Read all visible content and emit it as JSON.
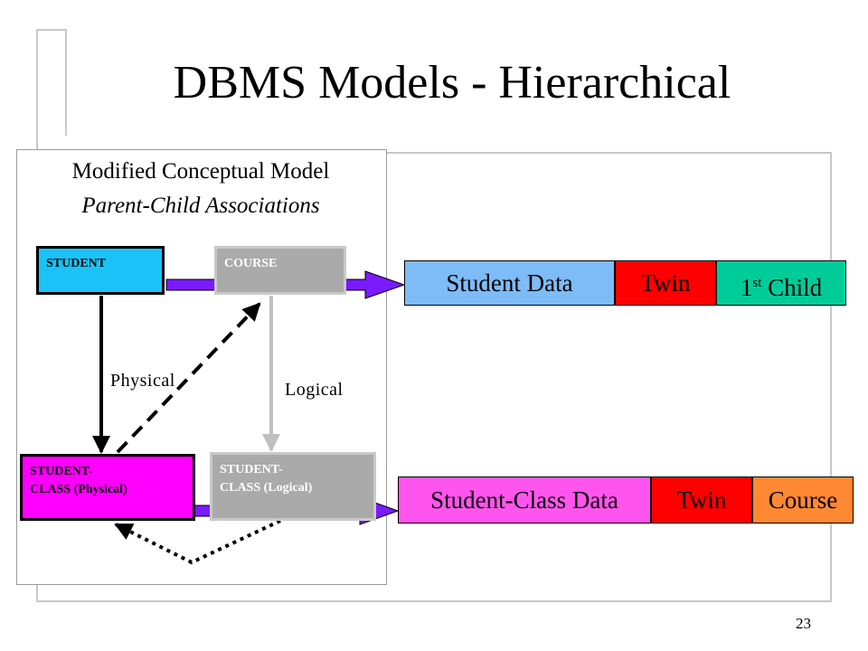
{
  "slide": {
    "title": "DBMS Models - Hierarchical",
    "page_number": "23"
  },
  "panel": {
    "title": "Modified Conceptual Model",
    "subtitle": "Parent-Child Associations"
  },
  "entities": {
    "student": "STUDENT",
    "course": "COURSE",
    "student_class_physical": [
      "STUDENT-",
      "CLASS (Physical)"
    ],
    "student_class_logical": [
      "STUDENT-",
      "CLASS (Logical)"
    ]
  },
  "labels": {
    "physical": "Physical",
    "logical": "Logical"
  },
  "records": {
    "student": {
      "data": "Student Data",
      "twin": "Twin",
      "child_num": "1",
      "child_sup": "st",
      "child_text": " Child"
    },
    "student_class": {
      "data": "Student-Class Data",
      "twin": "Twin",
      "course": "Course"
    }
  },
  "colors": {
    "student": "#1ac2f7",
    "course": "#aaaaaa",
    "student_class_physical": "#ff00ff",
    "student_class_logical": "#aaaaaa",
    "arrow_pointer": "#7a1aff",
    "record_student_data": "#7dbcf7",
    "record_twin": "#ff0000",
    "record_first_child": "#00cc99",
    "record_student_class_data": "#ff55ee",
    "record_course": "#ff8833"
  }
}
